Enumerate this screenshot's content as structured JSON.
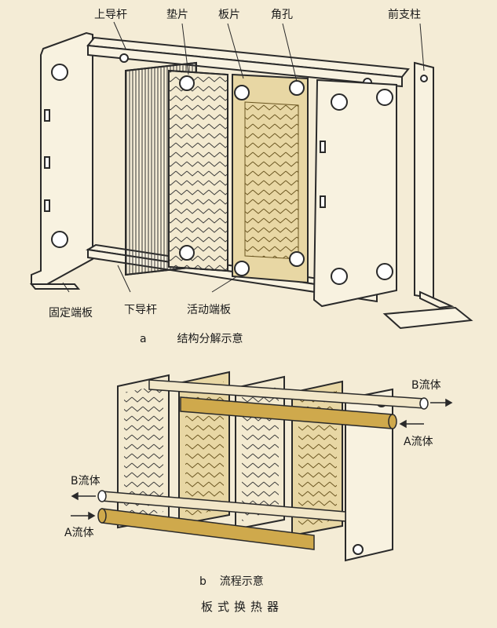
{
  "top_labels": {
    "upper_guide_bar": "上导杆",
    "gasket": "垫片",
    "plate": "板片",
    "corner_hole": "角孔",
    "front_support": "前支柱"
  },
  "bottom_labels": {
    "fixed_end_plate": "固定端板",
    "lower_guide_bar": "下导杆",
    "movable_end_plate": "活动端板"
  },
  "caption_a": {
    "letter": "a",
    "text": "结构分解示意"
  },
  "flow_labels": {
    "b_right": "B流体",
    "a_right": "A流体",
    "b_left": "B流体",
    "a_left": "A流体"
  },
  "caption_b": {
    "letter": "b",
    "text": "流程示意"
  },
  "figure_title": "板式换热器",
  "colors": {
    "background": "#f4ecd6",
    "line": "#2a2a2a",
    "plate_tint": "#e8d7a4",
    "plate_gold": "#d6b860",
    "pipe_gold": "#cfa94c"
  }
}
